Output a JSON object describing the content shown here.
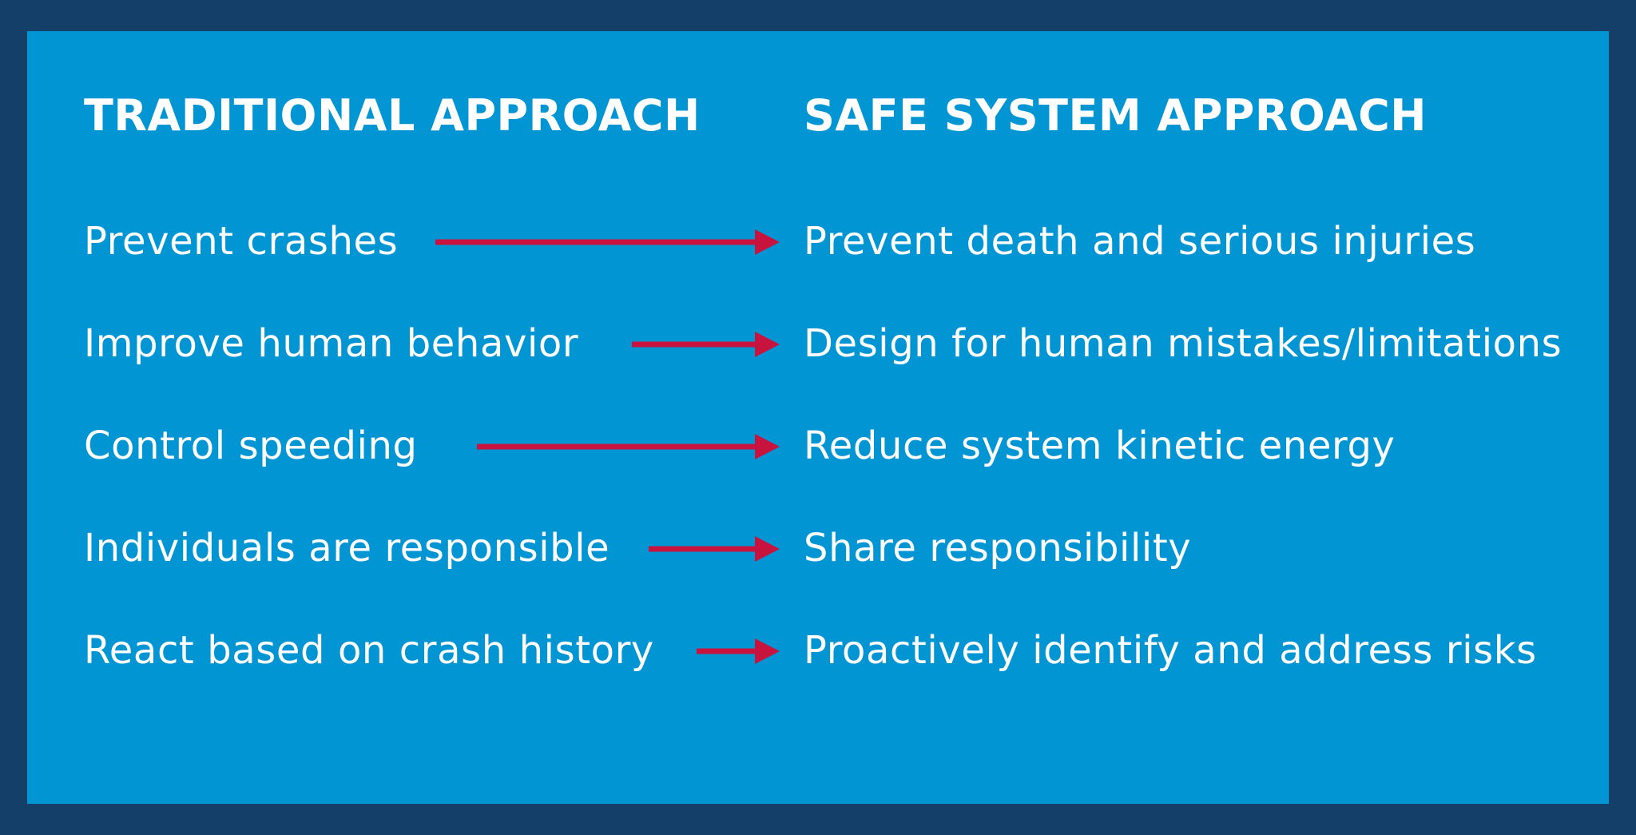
{
  "headings": {
    "traditional": "TRADITIONAL APPROACH",
    "safe_system": "SAFE SYSTEM APPROACH"
  },
  "rows": [
    {
      "traditional": "Prevent crashes",
      "safe_system": "Prevent death and serious injuries"
    },
    {
      "traditional": "Improve human behavior",
      "safe_system": "Design for human mistakes/limitations"
    },
    {
      "traditional": "Control speeding",
      "safe_system": "Reduce system kinetic energy"
    },
    {
      "traditional": "Individuals are responsible",
      "safe_system": "Share responsibility"
    },
    {
      "traditional": "React based on crash history",
      "safe_system": "Proactively identify and address risks"
    }
  ],
  "colors": {
    "frame": "#133f69",
    "panel": "#0295d4",
    "text": "#ffffff",
    "arrow": "#c8133f"
  },
  "icons": {
    "connector": "arrow-right-icon"
  }
}
